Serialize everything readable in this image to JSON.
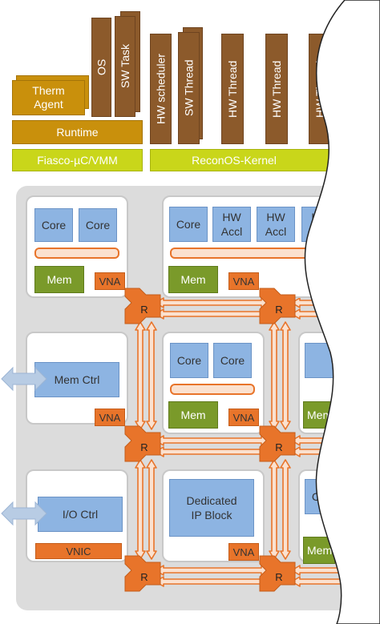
{
  "stack": {
    "os": "OS",
    "sw_task": "SW Task",
    "therm_agent": "Therm Agent",
    "runtime": "Runtime",
    "fiasco": "Fiasco-µC/VMM",
    "hw_scheduler": "HW scheduler",
    "sw_thread": "SW Thread",
    "hw_thread_1": "HW Thread",
    "hw_thread_2": "HW Thread",
    "hw_thread_3": "HW Thread",
    "reconos_kernel": "ReconOS-Kernel"
  },
  "tiles": {
    "core": "Core",
    "hw_accl": "HW Accl",
    "mem": "Mem",
    "vna": "VNA",
    "router": "R",
    "mem_ctrl": "Mem Ctrl",
    "io_ctrl": "I/O Ctrl",
    "vnic": "VNIC",
    "dedicated_ip": "Dedicated IP Block",
    "mem_cut": "Mem"
  },
  "colors": {
    "brown": "#8c5a2b",
    "gold": "#c9900c",
    "lime": "#c9d61a",
    "blue": "#8db4e2",
    "olive": "#7a9a2a",
    "orange": "#e8742a",
    "grey": "#dcdcdc"
  }
}
